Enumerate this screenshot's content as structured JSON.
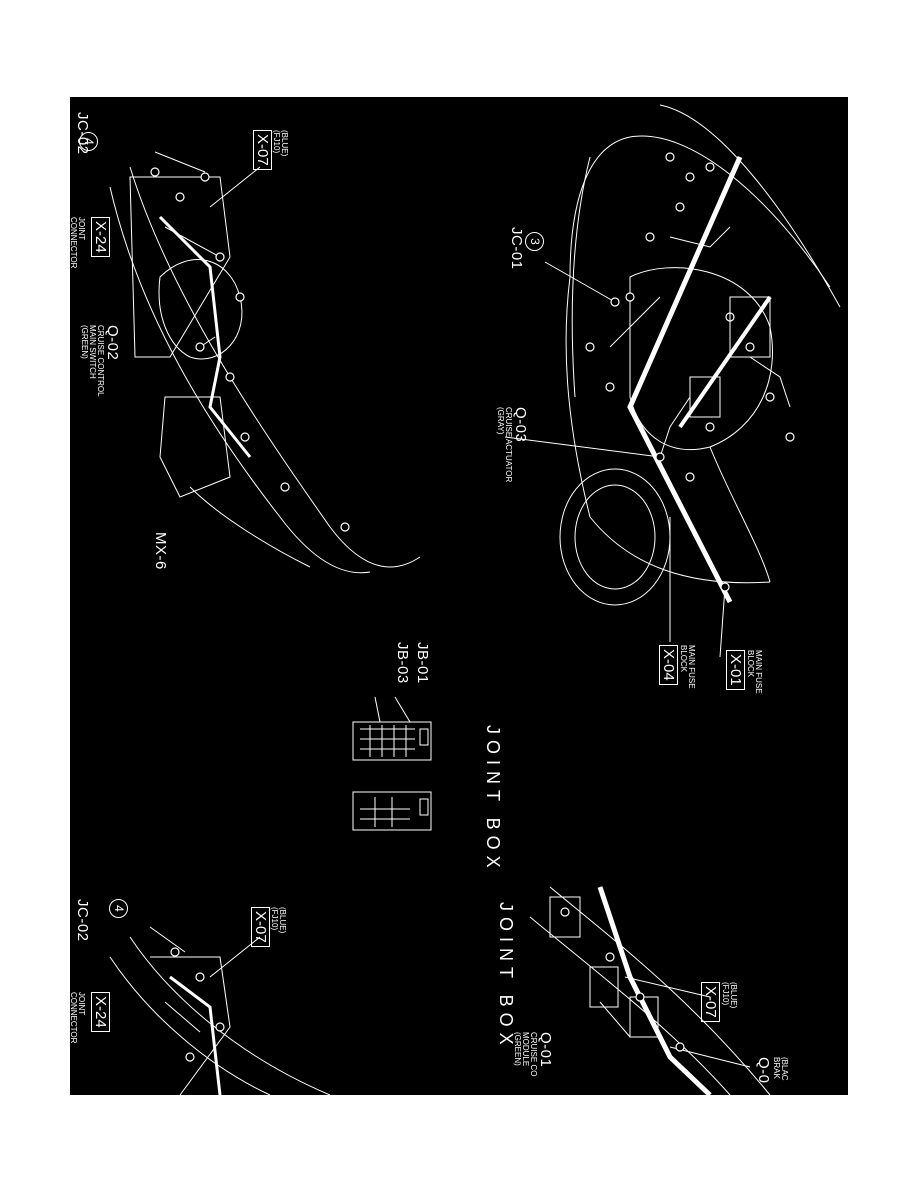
{
  "labels": {
    "model": "MX-6",
    "joint_box_title": "JOINT BOX",
    "joint_box_title_2": "JOINT BOX",
    "jb01": "JB-01",
    "jb03": "JB-03",
    "x01": "X-01",
    "x01_desc": "MAIN FUSE\nBLOCK",
    "x04": "X-04",
    "x04_desc": "MAIN FUSE\nBLOCK",
    "q03": "Q-03",
    "q03_desc": "CRUISE ACTUATOR\n(GRAY)",
    "jc01_num": "3",
    "jc01": "JC-01",
    "jc02_num": "4",
    "jc02": "JC-02",
    "x07": "X-07",
    "x07_desc": "(BLUE)\n(FJ10)",
    "x24": "X-24",
    "x24_desc": "JOINT\nCONNECTOR",
    "q02": "Q-02",
    "q02_desc": "CRUISE CONTROL\nMAIN SWITCH\n(GREEN)",
    "jc02b_num": "4",
    "jc02b": "JC-02",
    "x07b": "X-07",
    "x07b_desc": "(BLUE)\n(FJ10)",
    "x24b": "X-24",
    "x24b_desc": "JOINT\nCONNECTOR",
    "x07c": "X-07",
    "x07c_desc": "(BLUE)\n(FJ10)",
    "q01": "Q-01",
    "q01_desc": "CRUISE CO\nMODULE\n(GREEN)",
    "q0x": "Q-0",
    "q0x_desc": "(BLAC\nBRAK"
  }
}
